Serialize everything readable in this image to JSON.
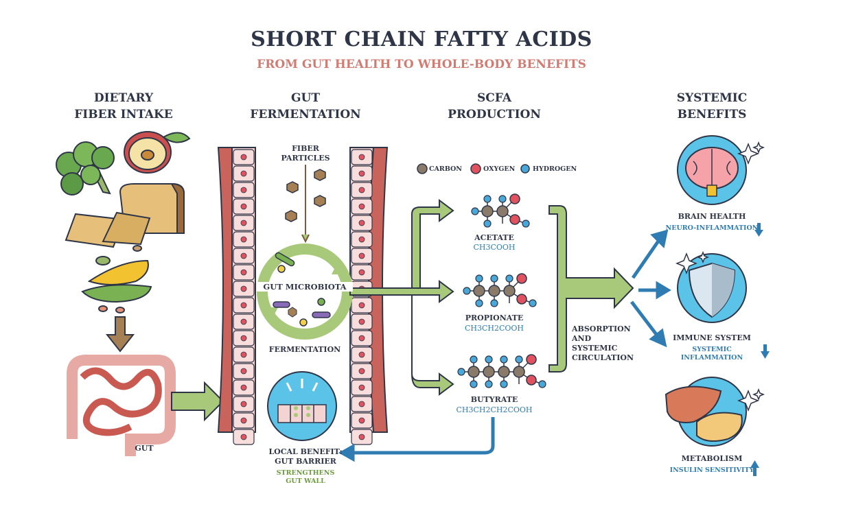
{
  "title": "SHORT CHAIN FATTY ACIDS",
  "subtitle": "FROM GUT HEALTH TO WHOLE-BODY BENEFITS",
  "columns": {
    "dietary": [
      "DIETARY",
      "FIBER INTAKE"
    ],
    "gut_fermentation": [
      "GUT",
      "FERMENTATION"
    ],
    "scfa_production": [
      "SCFA",
      "PRODUCTION"
    ],
    "systemic": [
      "SYSTEMIC",
      "BENEFITS"
    ]
  },
  "gut_label": "GUT",
  "fiber_particles": [
    "FIBER",
    "PARTICLES"
  ],
  "gut_microbiota": "GUT MICROBIOTA",
  "fermentation": "FERMENTATION",
  "local_benefit": {
    "title": [
      "LOCAL BENEFIT:",
      "GUT BARRIER"
    ],
    "detail": [
      "STRENGTHENS",
      "GUT WALL"
    ]
  },
  "legend": {
    "carbon": "CARBON",
    "oxygen": "OXYGEN",
    "hydrogen": "HYDROGEN",
    "colors": {
      "carbon": "#8a7a6a",
      "oxygen": "#e0525f",
      "hydrogen": "#4aa8d8"
    }
  },
  "molecules": [
    {
      "name": "ACETATE",
      "formula": "CH3COOH"
    },
    {
      "name": "PROPIONATE",
      "formula": "CH3CH2COOH"
    },
    {
      "name": "BUTYRATE",
      "formula": "CH3CH2CH2COOH"
    }
  ],
  "absorption": [
    "ABSORPTION",
    "AND",
    "SYSTEMIC",
    "CIRCULATION"
  ],
  "benefits": [
    {
      "title": "BRAIN HEALTH",
      "detail": [
        "NEURO-INFLAMMATION"
      ],
      "direction": "down",
      "icon": "brain-icon"
    },
    {
      "title": "IMMUNE SYSTEM",
      "detail": [
        "SYSTEMIC",
        "INFLAMMATION"
      ],
      "direction": "down",
      "icon": "shield-icon"
    },
    {
      "title": "METABOLISM",
      "detail": [
        "INSULIN SENSITIVITY"
      ],
      "direction": "up",
      "icon": "liver-pancreas-icon"
    }
  ],
  "colors": {
    "dark": "#2e3547",
    "accent_red": "#d27b72",
    "green_arrow": "#a9c97a",
    "blue_arrow": "#2f7cb2",
    "circle_bg": "#5bc3e8"
  }
}
